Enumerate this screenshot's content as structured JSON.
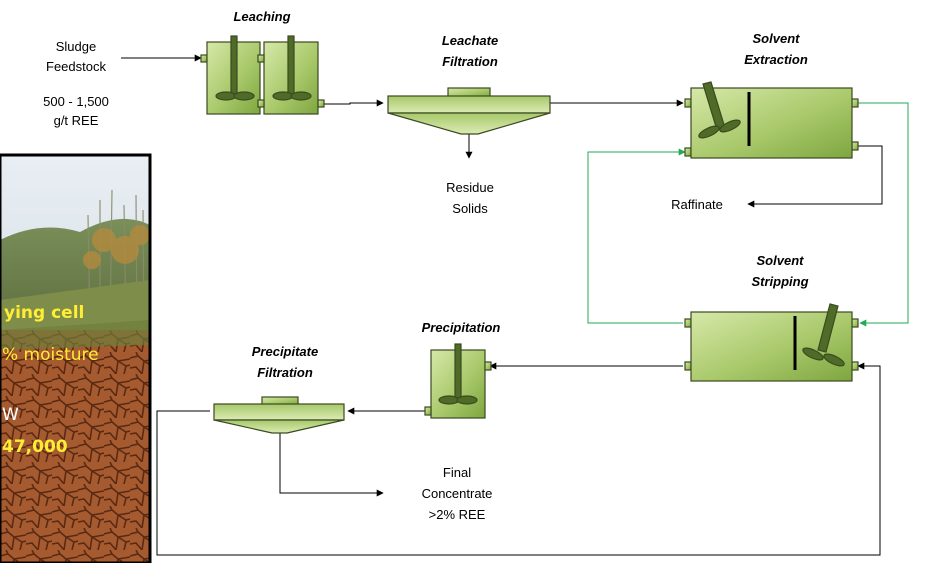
{
  "inputs": {
    "feed_line1": "Sludge",
    "feed_line2": "Feedstock",
    "grade_line1": "500 - 1,500",
    "grade_line2": "g/t REE"
  },
  "units": {
    "leaching": "Leaching",
    "leachate_filtration_line1": "Leachate",
    "leachate_filtration_line2": "Filtration",
    "solvent_extraction_line1": "Solvent",
    "solvent_extraction_line2": "Extraction",
    "solvent_stripping_line1": "Solvent",
    "solvent_stripping_line2": "Stripping",
    "precipitation": "Precipitation",
    "precipitate_filtration_line1": "Precipitate",
    "precipitate_filtration_line2": "Filtration"
  },
  "streams": {
    "residue_line1": "Residue",
    "residue_line2": "Solids",
    "raffinate": "Raffinate",
    "final_line1": "Final",
    "final_line2": "Concentrate",
    "final_line3": ">2% REE"
  },
  "photo": {
    "line1": "ying cell",
    "line2": "% moisture",
    "line3": "W",
    "line4": "47,000"
  },
  "colors": {
    "vessel_fill": "#a9c96b",
    "vessel_stroke": "#556b2f",
    "solvent_loop": "#22aa55",
    "photo_text_yellow": "#ffee33",
    "photo_text_white": "#ffffff"
  }
}
